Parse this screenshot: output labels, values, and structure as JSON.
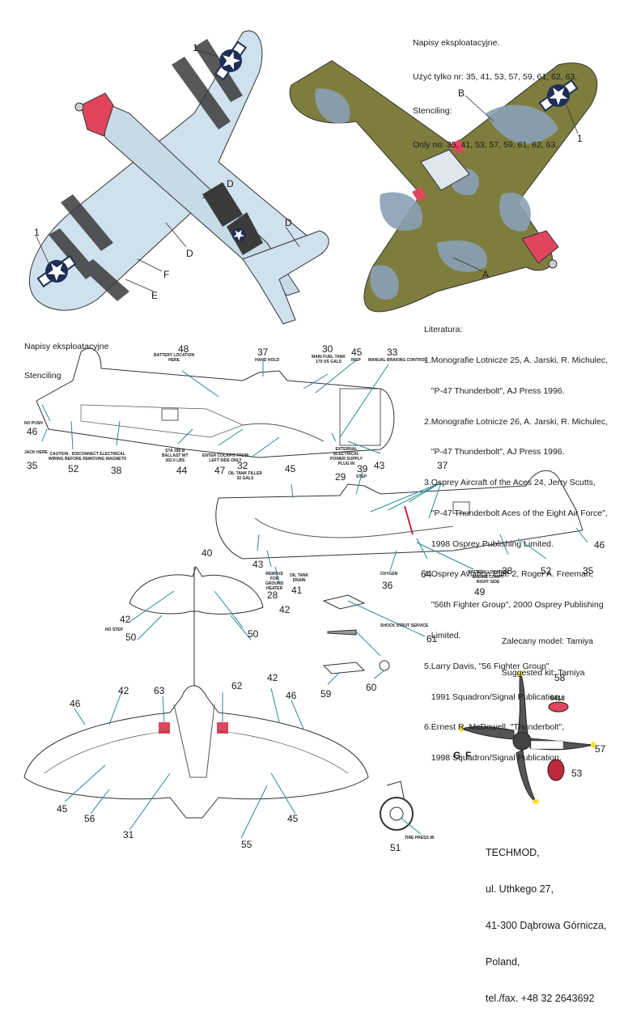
{
  "stencil_note_top": {
    "line1": "Napisy eksploatacyjne.",
    "line2": "Użyć tylko nr: 35, 41, 53, 57, 59, 61, 62, 63.",
    "line3": "Stenciling:",
    "line4": "Only no: 35, 41, 53, 57, 59, 61, 62, 63."
  },
  "stencil_note_left": {
    "line1": "Napisy eksploatacyjne",
    "line2": "Stenciling"
  },
  "literature": {
    "heading": "Literatura:",
    "items": [
      "1.Monografie Lotnicze 25, A. Jarski, R. Michulec,",
      "   \"P-47 Thunderbolt\", AJ Press 1996.",
      "2.Monografie Lotnicze 26, A. Jarski, R. Michulec,",
      "   \"P-47 Thunderbolt\", AJ Press 1996.",
      "3.Osprey Aircraft of the Aces 24, Jerry Scutts,",
      "   \"P-47 Thunderbolt Aces of the Eight Air Force\",",
      "   1998 Osprey Publishing Limited.",
      "4.Osprey Aviation Elite 2, Roger A. Freeman,",
      "   \"56th Fighter Group\", 2000 Osprey Publishing",
      "   Limited.",
      "5.Larry Davis, \"56 Fighter Group\"",
      "   1991 Squadron/Signal Publication.",
      "6.Ernest R. McDowell, \"Thunderbolt\",",
      "   1998 Squadron/Signal Publication."
    ]
  },
  "suggested_kit": {
    "line1": "Zalecany model: Tamiya",
    "line2": "Suggested kit: Tamiya"
  },
  "address": {
    "line1": "TECHMOD,",
    "line2": "ul. Uthkego 27,",
    "line3": "41-300 Dąbrowa Górnicza,",
    "line4": "Poland,",
    "line5": "tel./fax. +48 32 2643692"
  },
  "callouts": {
    "top_under_1": "1",
    "top_under_2": "1",
    "top_under_D1": "D",
    "top_under_D2": "D",
    "top_under_D3": "D",
    "top_under_E": "E",
    "top_under_F": "F",
    "top_upper_B": "B",
    "top_upper_1": "1",
    "top_upper_A": "A",
    "side1": [
      "48",
      "37",
      "30",
      "45",
      "33",
      "46",
      "35",
      "52",
      "38",
      "44",
      "47",
      "32",
      "43",
      "29"
    ],
    "side2": [
      "45",
      "39",
      "37",
      "40",
      "43",
      "28",
      "41",
      "36",
      "64",
      "49",
      "38",
      "52",
      "35",
      "46"
    ],
    "bottom_wing_top": [
      "42",
      "50",
      "42",
      "50",
      "40"
    ],
    "bottom_plan": [
      "46",
      "42",
      "63",
      "62",
      "42",
      "46",
      "45",
      "56",
      "31",
      "55",
      "45"
    ],
    "stencil_set": [
      "61",
      "59",
      "60"
    ],
    "prop": [
      "58",
      "57",
      "53",
      "G",
      "F"
    ],
    "wheel": [
      "51"
    ]
  },
  "stencil_text": {
    "s1a": "BATTERY LOCATION\nHERE",
    "s37a": "HAND HOLD",
    "s30": "MAIN FUEL TANK\n170 US GALS",
    "s45a": "INSP",
    "s33": "MANUAL BRAKING CONTROL",
    "s46a": "NO PUSH",
    "s35a": "JACK HERE",
    "s52a": "CAUTION - DISCONNECT ELECTRICAL\nWIRING BEFORE REMOVING MAGNETO",
    "s44": "STA 189 B\nBALLAST WT\n362.0 LBS",
    "s47": "ENTER COCKPIT FROM\nLEFT SIDE ONLY",
    "s32": "OIL TANK FILLER\n32 GALS",
    "s29": "EXTERNAL\nELECTRICAL\nPOWER SUPPLY\nPLUG IN",
    "s39": "STEP",
    "s36": "OXYGEN",
    "s49": "BATTERY LOCATION\nENGINE COMPT\nRIGHT SIDE",
    "s41": "OIL TANK\nDRAIN",
    "s28": "REMOVE\nFOR\nGROUND\nHEATER",
    "s42": "NO STEP",
    "s62serial": "6418",
    "s61": "SHOCK STRUT SERVICE",
    "s51": "TIRE PRESS 95"
  },
  "colors": {
    "olive": "#7e7d3e",
    "grey_blue": "#8ba0b5",
    "light_blue": "#cfe1ec",
    "invasion_black": "#3b3b3b",
    "invasion_white": "#e9e9e9",
    "red_nose": "#e0455c",
    "teal_leader": "#2a8b96",
    "insignia_blue": "#1f2e55"
  }
}
